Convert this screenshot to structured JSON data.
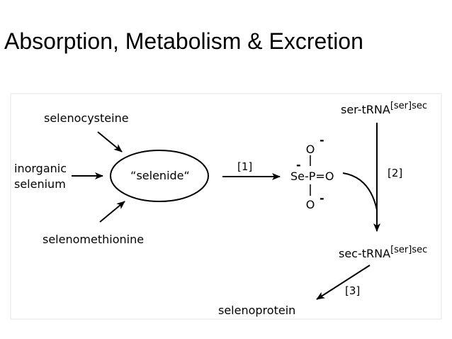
{
  "slide": {
    "title": "Absorption, Metabolism & Excretion"
  },
  "diagram": {
    "sources": {
      "top": "selenocysteine",
      "left_line1": "inorganic",
      "left_line2": "selenium",
      "bottom": "selenomethionine"
    },
    "center_node": "“selenide“",
    "steps": {
      "step1": "[1]",
      "step2": "[2]",
      "step3": "[3]"
    },
    "phosphate": {
      "o_top": "O",
      "o_top_charge": "-",
      "se_charge": "-",
      "se_label": "Se-P=O",
      "o_bottom": "O",
      "o_bottom_charge": "-"
    },
    "ser_trna": {
      "label": "ser-tRNA",
      "superscript": "[ser]sec"
    },
    "sec_trna": {
      "label": "sec-tRNA",
      "superscript": "[ser]sec"
    },
    "product": "selenoprotein"
  }
}
